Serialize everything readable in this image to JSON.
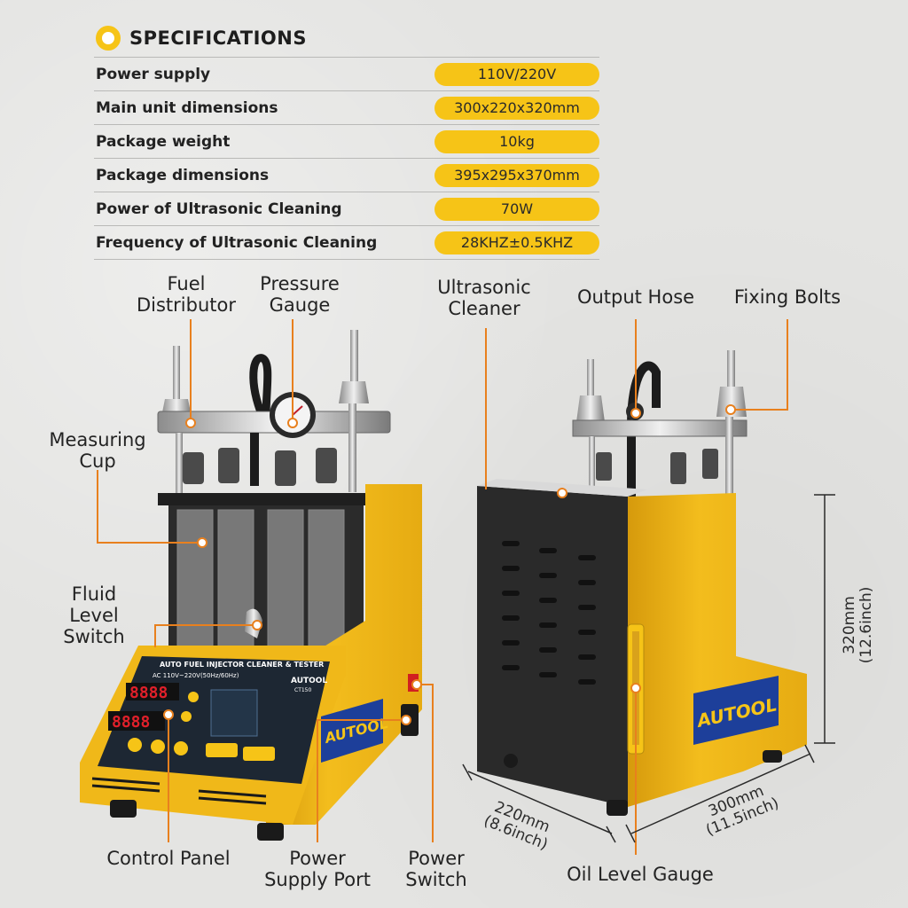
{
  "specifications": {
    "title": "SPECIFICATIONS",
    "rows": [
      {
        "label": "Power supply",
        "value": "110V/220V"
      },
      {
        "label": "Main unit dimensions",
        "value": "300x220x320mm"
      },
      {
        "label": "Package weight",
        "value": "10kg"
      },
      {
        "label": "Package dimensions",
        "value": "395x295x370mm"
      },
      {
        "label": "Power of Ultrasonic Cleaning",
        "value": "70W"
      },
      {
        "label": "Frequency of Ultrasonic Cleaning",
        "value": "28KHZ±0.5KHZ"
      }
    ]
  },
  "callouts": {
    "fuel_distributor": [
      "Fuel",
      "Distributor"
    ],
    "pressure_gauge": [
      "Pressure",
      "Gauge"
    ],
    "ultrasonic_cleaner": [
      "Ultrasonic",
      "Cleaner"
    ],
    "output_hose": "Output Hose",
    "fixing_bolts": "Fixing Bolts",
    "measuring_cup": [
      "Measuring",
      "Cup"
    ],
    "fluid_level_switch": [
      "Fluid",
      "Level",
      "Switch"
    ],
    "control_panel": "Control Panel",
    "power_supply_port": [
      "Power",
      "Supply Port"
    ],
    "power_switch": [
      "Power",
      "Switch"
    ],
    "oil_level_gauge": "Oil Level Gauge"
  },
  "dimensions": {
    "height": [
      "320mm",
      "(12.6inch)"
    ],
    "depth": [
      "220mm",
      "(8.6inch)"
    ],
    "width": [
      "300mm",
      "(11.5inch)"
    ]
  },
  "device": {
    "brand": "AUTOOL",
    "model": "CT150",
    "panel_title": "AUTO FUEL INJECTOR CLEANER & TESTER",
    "panel_voltage": "AC 110V~220V(50Hz/60Hz)",
    "display_top": "8888",
    "display_bottom": "8888"
  },
  "colors": {
    "accent_yellow": "#f6c417",
    "callout_orange": "#e8801e",
    "device_yellow": "#f0b819",
    "panel_dark": "#262626",
    "display_red": "#e0202a",
    "logo_blue": "#1d3f9a"
  }
}
